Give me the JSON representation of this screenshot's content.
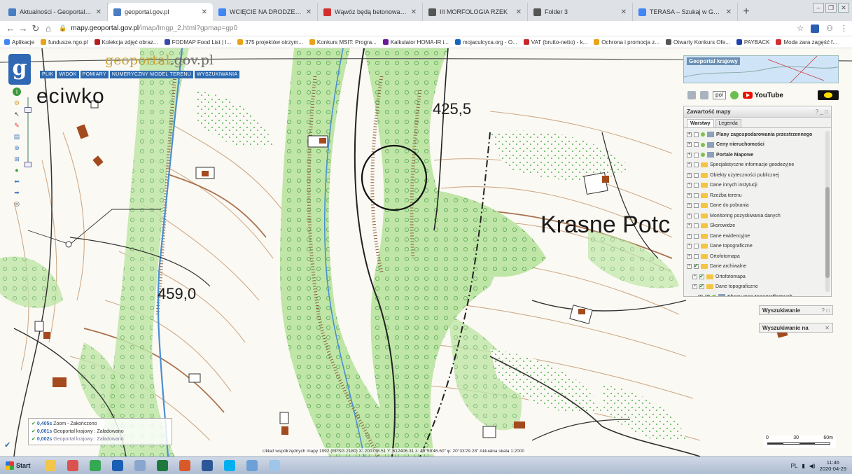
{
  "browser": {
    "tabs": [
      {
        "title": "Aktualności - Geoportal krajowy",
        "fav": "#4a7ec2",
        "active": false
      },
      {
        "title": "geoportal.gov.pl",
        "fav": "#4a7ec2",
        "active": true
      },
      {
        "title": "WCIĘCIE NA DRODZE - Szukaj w Go...",
        "fav": "#4285f4",
        "active": false
      },
      {
        "title": "Wąwóz będą betonować. W Polsce ...",
        "fav": "#d32f2f",
        "active": false
      },
      {
        "title": "III MORFOLOGIA RZEK",
        "fav": "#555555",
        "active": false
      },
      {
        "title": "Folder 3",
        "fav": "#555555",
        "active": false
      },
      {
        "title": "TERASA – Szukaj w Google",
        "fav": "#4285f4",
        "active": false
      }
    ],
    "new_tab": "+",
    "address": {
      "host": "mapy.geoportal.gov.pl",
      "path": "/imap/Imgp_2.html?gpmap=gp0"
    },
    "bookmarks": [
      {
        "label": "Aplikacje",
        "color": "#4285f4"
      },
      {
        "label": "fundusze.ngo.pl",
        "color": "#e8a317"
      },
      {
        "label": "Kolekcja zdjęć obraz...",
        "color": "#b71c1c"
      },
      {
        "label": "FODMAP Food List | I...",
        "color": "#3949ab"
      },
      {
        "label": "375 projektów otrzym...",
        "color": "#e8a317"
      },
      {
        "label": "Konkurs MSIT: Progra...",
        "color": "#e8a317"
      },
      {
        "label": "Kalkulator HOMA-IR i...",
        "color": "#6a1b9a"
      },
      {
        "label": "mojaculcyca.org - O...",
        "color": "#1565c0"
      },
      {
        "label": "VAT (brutto-netto) - k...",
        "color": "#c62828"
      },
      {
        "label": "Ochrona i promocja z...",
        "color": "#e8a317"
      },
      {
        "label": "Otwarty Konkurs Ofe...",
        "color": "#555555"
      },
      {
        "label": "PAYBACK",
        "color": "#1e40af"
      },
      {
        "label": "Moda zara zagęść f...",
        "color": "#d32f2f"
      }
    ]
  },
  "geoportal": {
    "logo_letter": "g",
    "brand_part1": "geoportal",
    "brand_part2": ".gov.pl",
    "menu": [
      "PLIK",
      "WIDOK",
      "POMIARY",
      "NUMERYCZNY MODEL TERENU",
      "WYSZUKIWANIA"
    ],
    "overview_title": "Geoportal krajowy",
    "language": "pol",
    "youtube": "YouTube",
    "layers_panel": {
      "title": "Zawartość mapy",
      "tabs": [
        "Warstwy",
        "Legenda"
      ],
      "rows": [
        {
          "label": "Plany zagospodarowania przestrzennego",
          "bold": true,
          "indent": 0,
          "icon": "grid"
        },
        {
          "label": "Ceny nieruchomości",
          "bold": true,
          "indent": 0,
          "icon": "grid"
        },
        {
          "label": "Portale Mapowe",
          "bold": true,
          "indent": 0,
          "icon": "grid"
        },
        {
          "label": "Specjalistyczne informacje geodezyjne",
          "bold": false,
          "indent": 0,
          "icon": "folder"
        },
        {
          "label": "Obiekty użyteczności publicznej",
          "bold": false,
          "indent": 0,
          "icon": "folder"
        },
        {
          "label": "Dane innych instytucji",
          "bold": false,
          "indent": 0,
          "icon": "folder"
        },
        {
          "label": "Rzeźba terenu",
          "bold": false,
          "indent": 0,
          "icon": "folder"
        },
        {
          "label": "Dane do pobrania",
          "bold": false,
          "indent": 0,
          "icon": "folder"
        },
        {
          "label": "Monitoring pozyskiwania danych",
          "bold": false,
          "indent": 0,
          "icon": "folder"
        },
        {
          "label": "Skorowidze",
          "bold": false,
          "indent": 0,
          "icon": "folder"
        },
        {
          "label": "Dane ewidencyjne",
          "bold": false,
          "indent": 0,
          "icon": "folder"
        },
        {
          "label": "Dane topograficzne",
          "bold": false,
          "indent": 0,
          "icon": "folder"
        },
        {
          "label": "Ortofotomapa",
          "bold": false,
          "indent": 0,
          "icon": "folder"
        },
        {
          "label": "Dane archiwalne",
          "bold": false,
          "indent": 0,
          "icon": "folder",
          "checked": true
        },
        {
          "label": "Ortofotomapa",
          "bold": false,
          "indent": 1,
          "icon": "folder",
          "checked": true
        },
        {
          "label": "Dane topograficzne",
          "bold": false,
          "indent": 1,
          "icon": "folder",
          "checked": true
        },
        {
          "label": "Skany map topograficznych",
          "bold": true,
          "indent": 2,
          "icon": "grid",
          "checked": true
        }
      ]
    },
    "search_box": "Wyszukiwanie",
    "search_on_box": "Wyszukiwanie na",
    "info": [
      {
        "value": "0,405s",
        "text": "Zoom - Zakończono",
        "dim": false
      },
      {
        "value": "0,001s",
        "text": "Geoportal krajowy : Załadowano",
        "dim": false
      },
      {
        "value": "0,002s",
        "text": "Geoportal krajowy : Załadowano",
        "dim": true
      }
    ],
    "coords": "Układ współrzędnych mapy 1992 (EPSG 2180)  X: 200738.51 Y: 612406.31  λ: 49°59'46.60\" φ: 20°33'29.28\"  Aktualna skala 1:2000",
    "scale_labels": [
      "0",
      "30",
      "60m"
    ]
  },
  "map_labels": {
    "place_top_left": "eciwko",
    "elev_top": "425,5",
    "place_right": "Krasne Potc",
    "elev_left": "459,0"
  },
  "taskbar": {
    "start": "Start",
    "icons": [
      {
        "name": "explorer-icon",
        "color": "#f3c64a"
      },
      {
        "name": "settings-icon",
        "color": "#d9534f"
      },
      {
        "name": "chrome-icon",
        "color": "#34a853"
      },
      {
        "name": "save-icon",
        "color": "#1a5fb4"
      },
      {
        "name": "calc-icon",
        "color": "#8aa6cf"
      },
      {
        "name": "excel-icon",
        "color": "#1d7a3c"
      },
      {
        "name": "powerpoint-icon",
        "color": "#d85a2a"
      },
      {
        "name": "word-icon",
        "color": "#2b5797"
      },
      {
        "name": "skype-icon",
        "color": "#00aff0"
      },
      {
        "name": "paint-icon",
        "color": "#6ea0d8"
      },
      {
        "name": "tool-icon",
        "color": "#9fc6ea"
      }
    ],
    "lang": "PL",
    "time": "11:46",
    "date": "2020-04-29"
  }
}
